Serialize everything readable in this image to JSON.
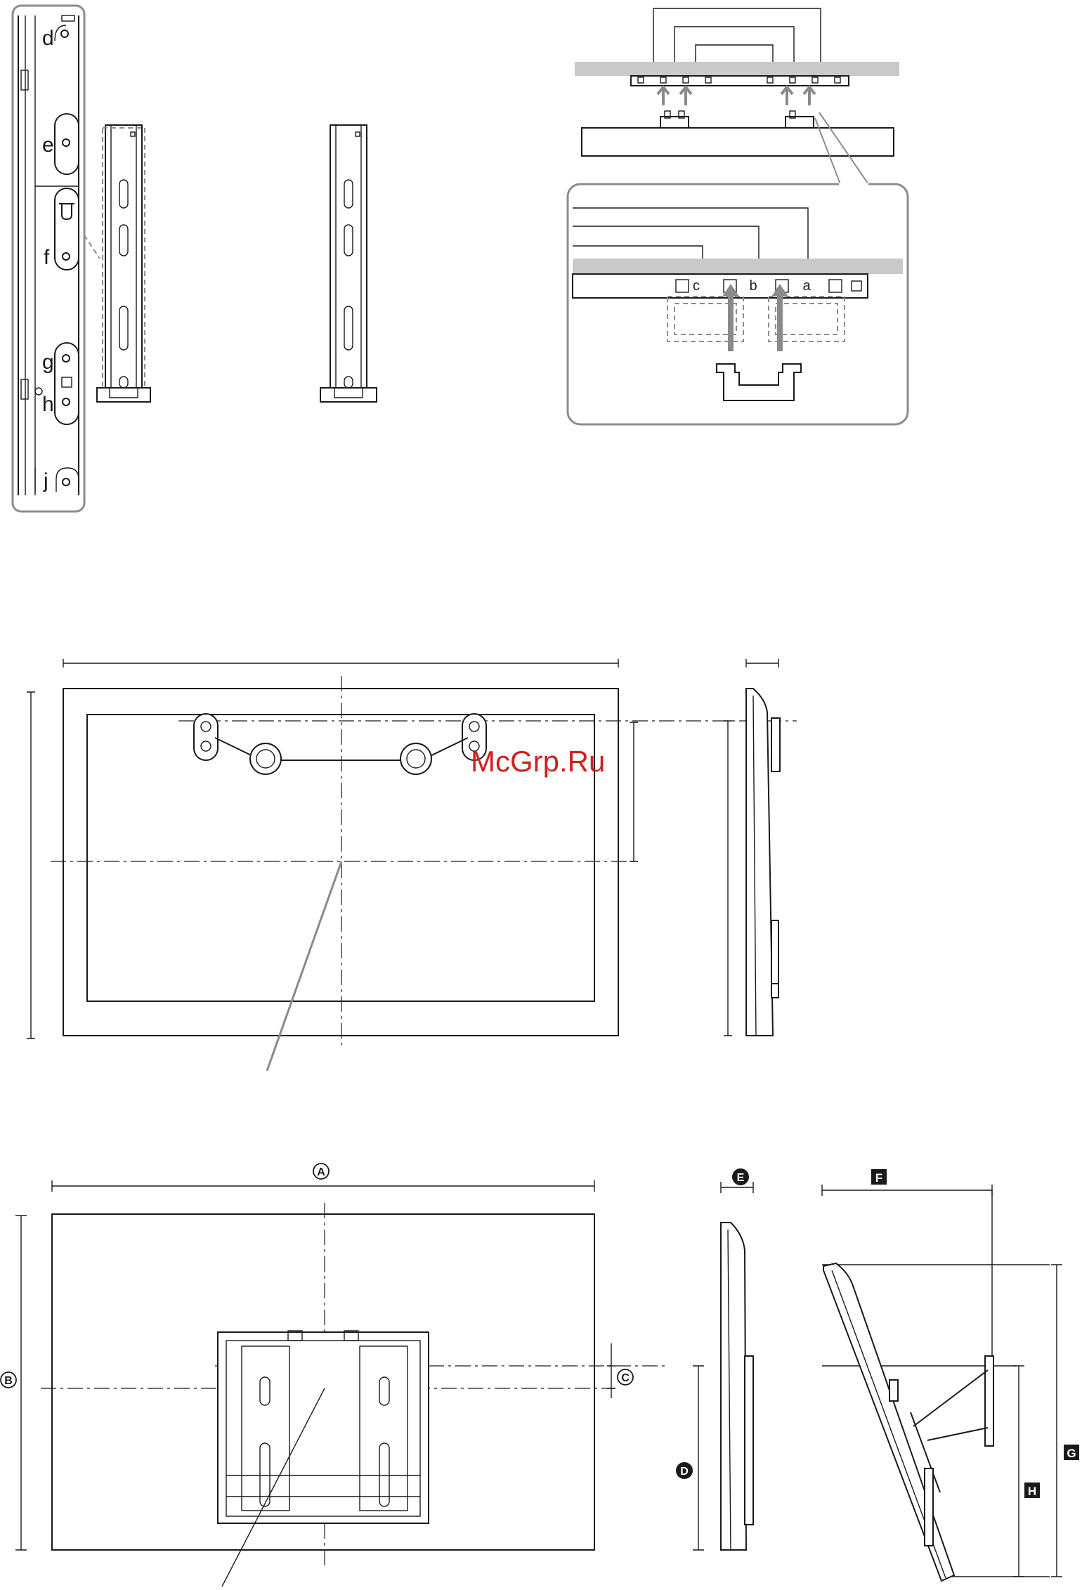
{
  "watermark": "McGrp.Ru",
  "detail_labels": {
    "d": "d",
    "e": "e",
    "f": "f",
    "g": "g",
    "h": "h",
    "j": "j"
  },
  "slot_labels": {
    "c": "c",
    "b": "b",
    "a": "a"
  },
  "dimension_labels": {
    "A": "A",
    "B": "B",
    "C": "C",
    "D": "D",
    "E": "E",
    "F": "F",
    "G": "G",
    "H": "H"
  },
  "colors": {
    "line": "#1a1a1a",
    "wall_grey": "#c9c9c9",
    "arrow_grey": "#8a8a8a",
    "watermark": "#d21f1f"
  }
}
